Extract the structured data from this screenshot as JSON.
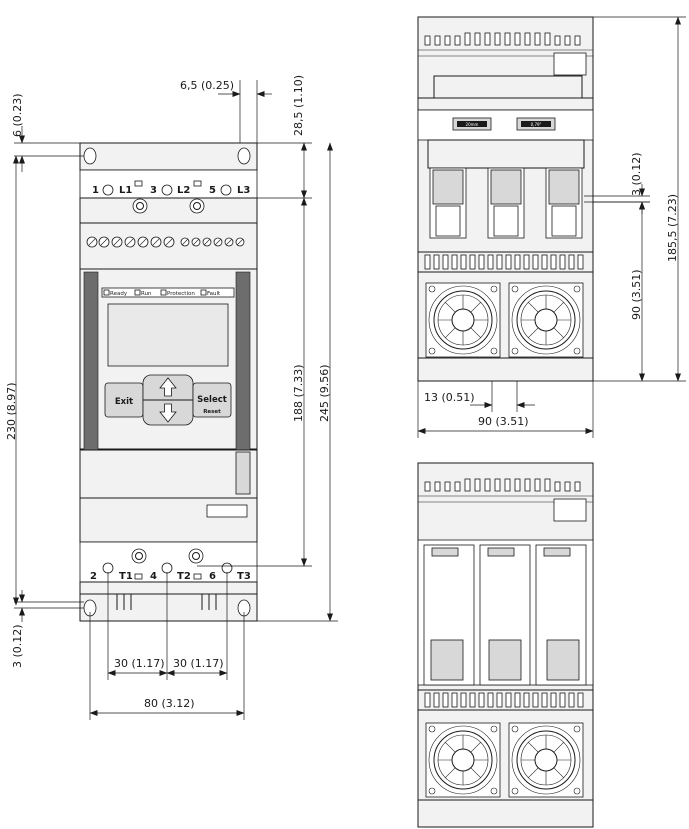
{
  "front_view": {
    "terminals_top": [
      "1",
      "L1",
      "3",
      "L2",
      "5",
      "L3"
    ],
    "terminals_bottom": [
      "2",
      "T1",
      "4",
      "T2",
      "6",
      "T3"
    ],
    "status_leds": [
      "Ready",
      "Run",
      "Protection",
      "Fault"
    ],
    "buttons": {
      "exit": "Exit",
      "select": "Select",
      "reset": "Reset"
    }
  },
  "dimensions": {
    "d_6_5": "6,5 (0.25)",
    "d_6": "6 (0.23)",
    "d_28_5": "28,5 (1.10)",
    "d_230": "230 (8.97)",
    "d_188": "188 (7.33)",
    "d_245": "245 (9.56)",
    "d_3_front": "3 (0.12)",
    "d_30_a": "30 (1.17)",
    "d_30_b": "30 (1.17)",
    "d_80": "80 (3.12)",
    "d_3_side": "3 (0.12)",
    "d_185_5": "185,5 (7.23)",
    "d_90_height": "90 (3.51)",
    "d_13": "13 (0.51)",
    "d_90_width": "90 (3.51)"
  },
  "side_view": {
    "label_left": "20mm",
    "label_right": "0,79\""
  }
}
